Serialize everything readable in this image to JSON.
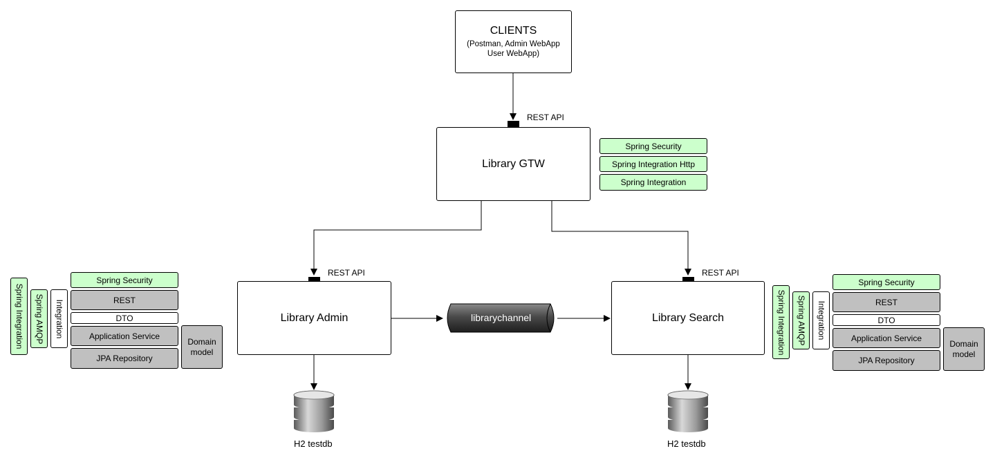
{
  "clients": {
    "title": "CLIENTS",
    "subtitle_line1": "(Postman, Admin WebApp",
    "subtitle_line2": "User WebApp)"
  },
  "gateway": {
    "label": "Library GTW",
    "port_label": "REST API",
    "stack": [
      "Spring Security",
      "Spring Integration Http",
      "Spring Integration"
    ]
  },
  "admin": {
    "label": "Library Admin",
    "port_label": "REST API",
    "vertical": [
      "Spring Integration",
      "Spring AMQP",
      "Integration"
    ],
    "layers": [
      "Spring Security",
      "REST",
      "DTO",
      "Application Service",
      "JPA Repository"
    ],
    "domain_line1": "Domain",
    "domain_line2": "model",
    "db_label": "H2 testdb"
  },
  "search": {
    "label": "Library Search",
    "port_label": "REST API",
    "vertical": [
      "Spring Integration",
      "Spring AMQP",
      "Integration"
    ],
    "layers": [
      "Spring Security",
      "REST",
      "DTO",
      "Application Service",
      "JPA Repository"
    ],
    "domain_line1": "Domain",
    "domain_line2": "model",
    "db_label": "H2 testdb"
  },
  "channel": {
    "label": "librarychannel"
  },
  "colors": {
    "green": "#ccffcc",
    "grey": "#c0c0c0",
    "line": "#000000"
  },
  "icons": {
    "database": "database-icon",
    "port": "port-icon"
  }
}
